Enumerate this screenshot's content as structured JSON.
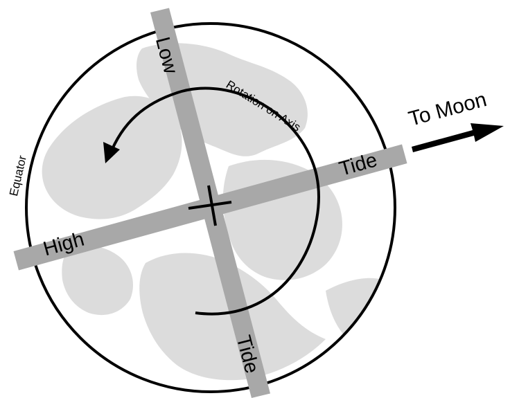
{
  "diagram": {
    "labels": {
      "high": "High",
      "tide_right": "Tide",
      "low": "Low",
      "tide_bottom": "Tide",
      "rotation": "Rotation on Axis",
      "equator": "Equator",
      "to_moon": "To Moon"
    },
    "colors": {
      "band": "#a8a8a8",
      "land": "#dcdcdc",
      "outline": "#000000",
      "background": "#ffffff"
    },
    "icons": {
      "center": "axis-plus-icon",
      "moon_direction": "arrow-right-icon",
      "rotation": "curved-arrow-icon"
    }
  }
}
